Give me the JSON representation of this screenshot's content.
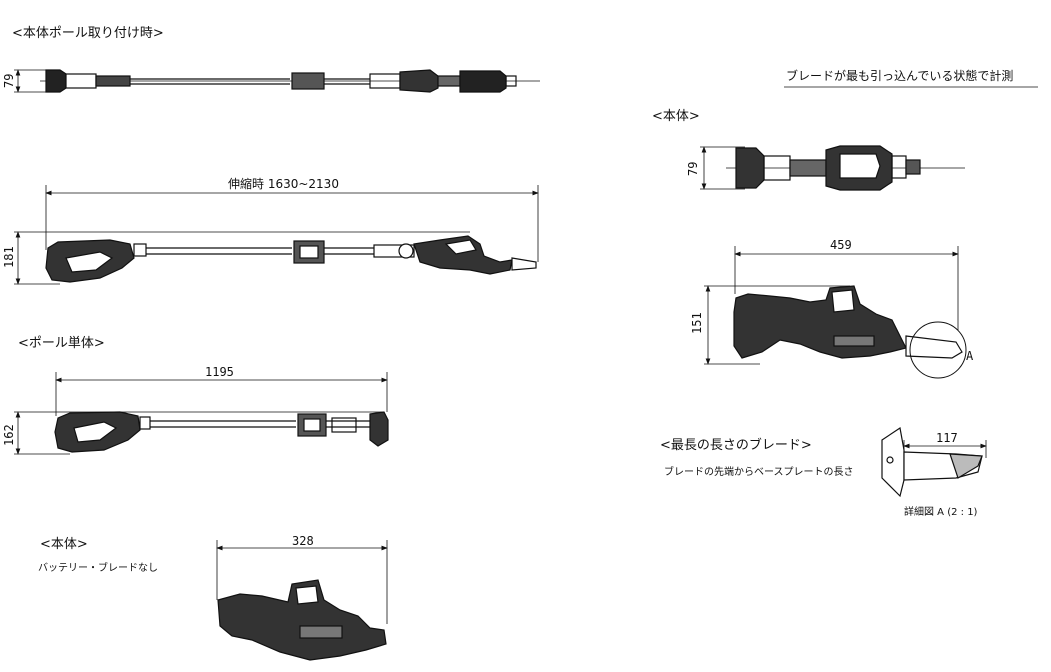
{
  "titles": {
    "pole_attached": "<本体ポール取り付け時>",
    "pole_only": "<ポール単体>",
    "body_only": "<本体>",
    "body_top": "<本体>",
    "longest_blade": "<最長の長さのブレード>"
  },
  "notes": {
    "body_only_note": "バッテリー・ブレードなし",
    "measure_note": "ブレードが最も引っ込んでいる状態で計測",
    "blade_note": "ブレードの先端からベースプレートの長さ",
    "detail_label": "詳細図 A (2 : 1)",
    "detail_marker": "A"
  },
  "dimensions": {
    "pole_top_height": "79",
    "telescopic": "伸縮時 1630~2130",
    "pole_side_height": "181",
    "pole_only_length": "1195",
    "pole_only_height": "162",
    "body_only_length": "328",
    "body_top_height": "79",
    "body_length": "459",
    "body_height": "151",
    "blade_length": "117"
  }
}
